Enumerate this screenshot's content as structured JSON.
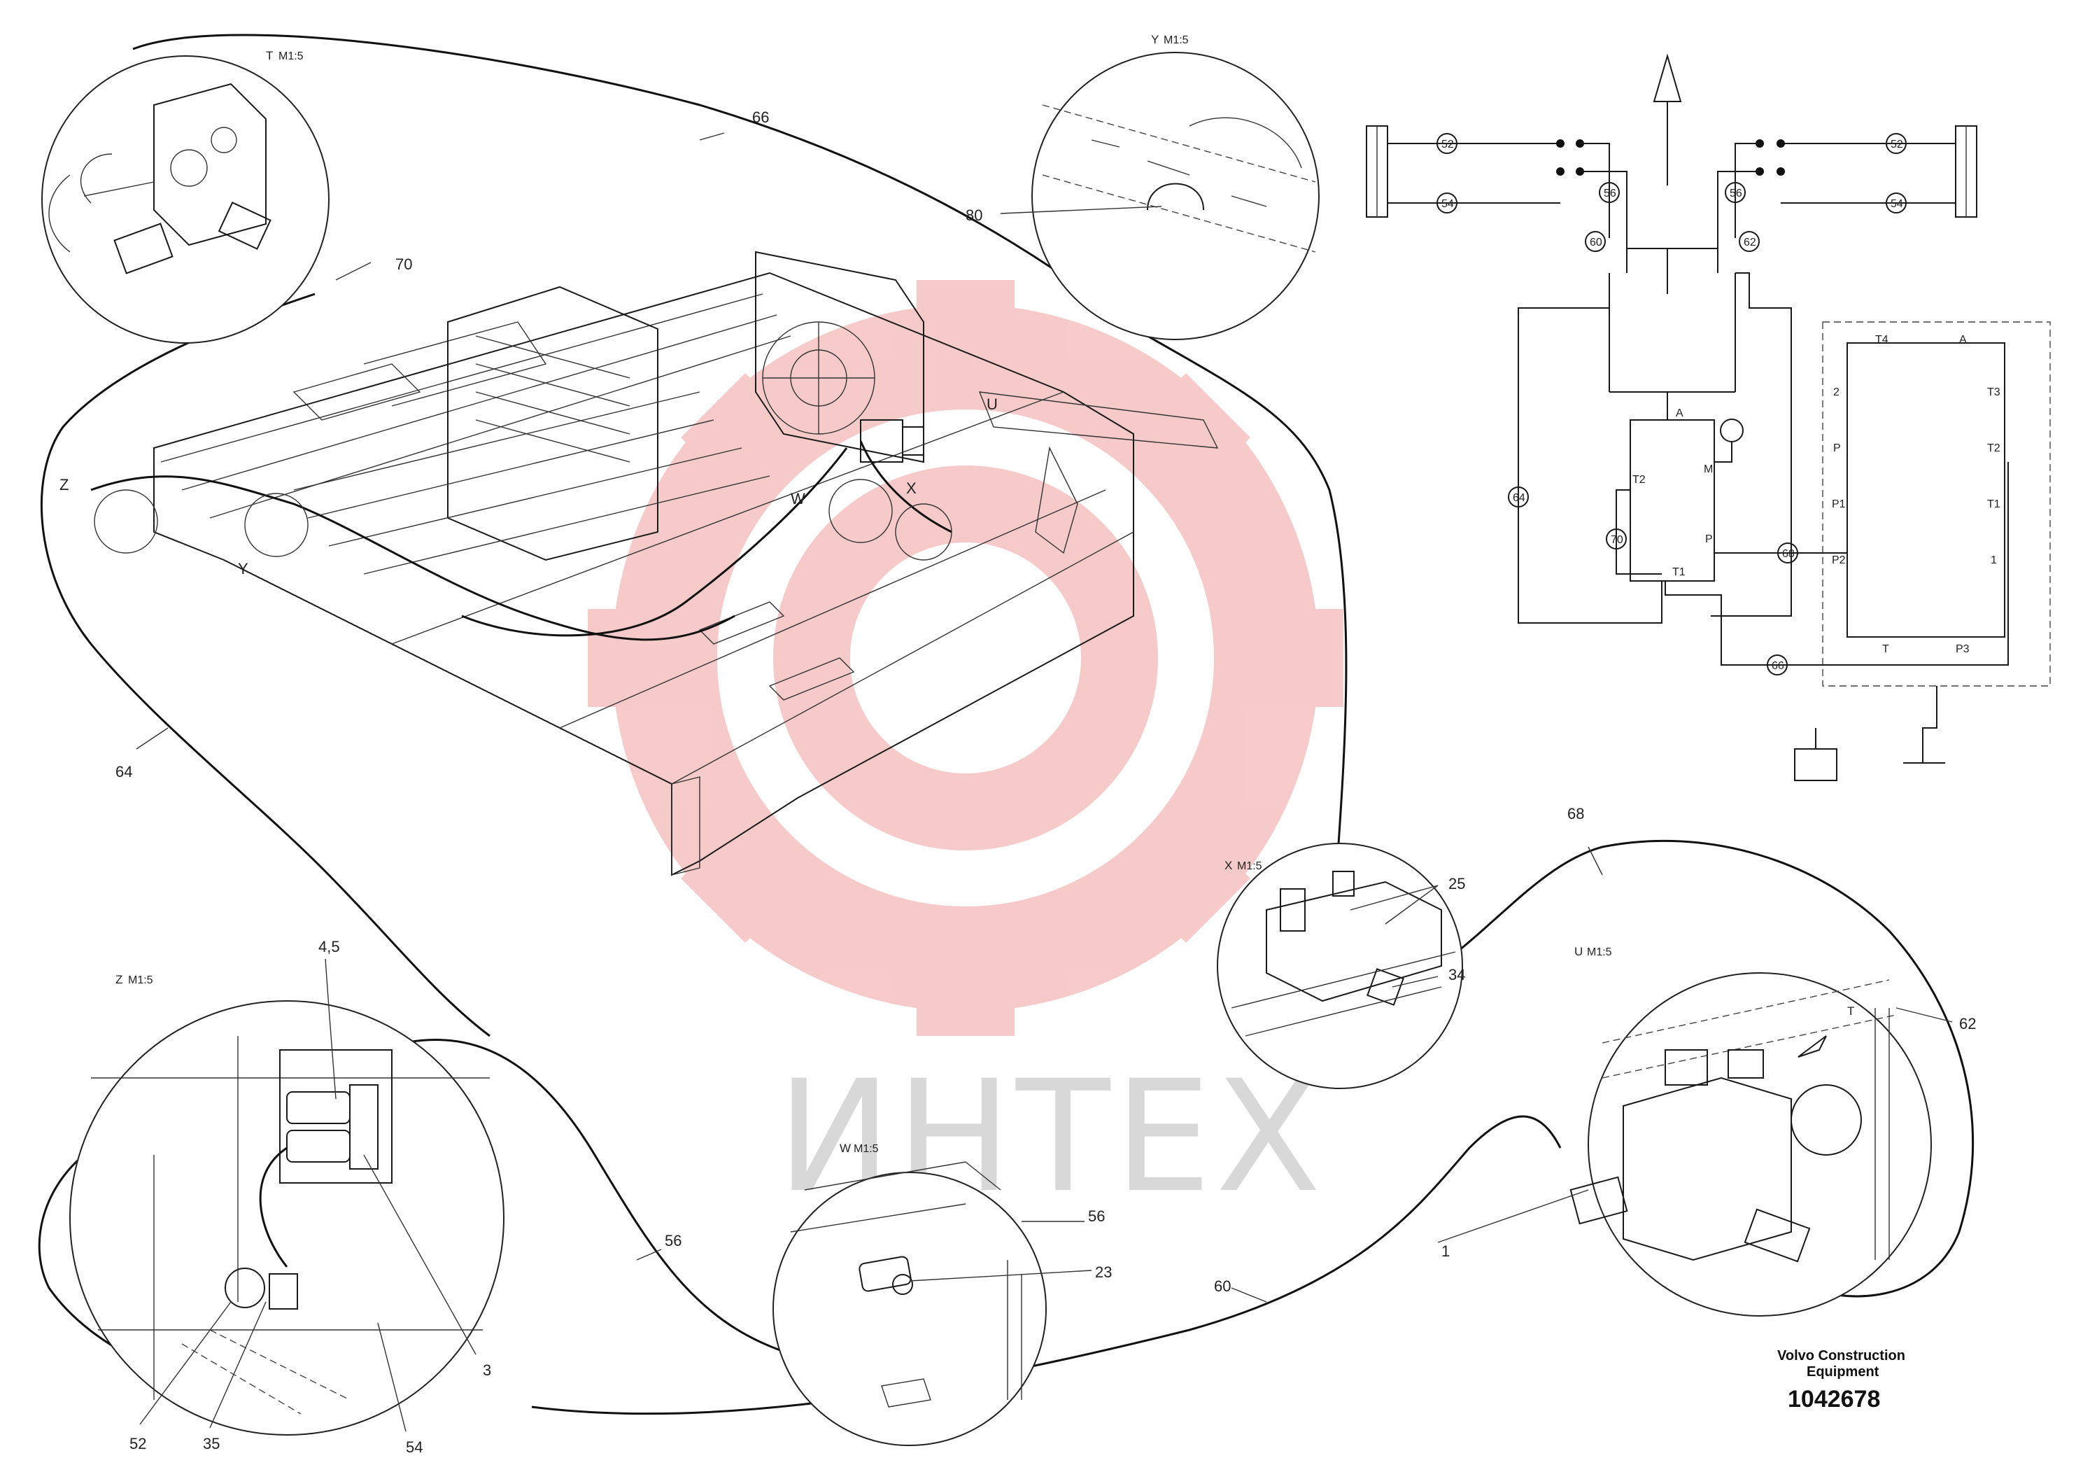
{
  "colors": {
    "watermark_gear": "#f28c8c",
    "watermark_text": "#d8d8d8",
    "line": "#1a1a1a"
  },
  "details": {
    "t": "T",
    "y": "Y",
    "x": "X",
    "u": "U",
    "z": "Z",
    "w": "W",
    "scale": "M1:5"
  },
  "main_view_letters": {
    "u": "U",
    "w": "W",
    "x": "X",
    "z": "Z",
    "y": "Y"
  },
  "callouts": {
    "c66": "66",
    "c70": "70",
    "c80": "80",
    "c64": "64",
    "c68": "68",
    "c25": "25",
    "c34": "34",
    "c62": "62",
    "c1": "1",
    "c60": "60",
    "c45": "4,5",
    "c3": "3",
    "c52": "52",
    "c35": "35",
    "c54": "54",
    "c56a": "56",
    "c56b": "56",
    "c23": "23"
  },
  "schematic": {
    "hose_tags": [
      "52",
      "52",
      "54",
      "54",
      "56",
      "56",
      "60",
      "62",
      "64",
      "68",
      "70",
      "66"
    ],
    "valve_ports": {
      "a": "A",
      "m": "M",
      "t2": "T2",
      "p": "P",
      "t1": "T1"
    },
    "block_ports": {
      "t4": "T4",
      "a": "A",
      "two": "2",
      "t3": "T3",
      "p": "P",
      "t2": "T2",
      "p1": "P1",
      "t1": "T1",
      "p2": "P2",
      "one": "1",
      "t": "T",
      "p3": "P3"
    },
    "test_port": "T"
  },
  "title_block": {
    "line1": "Volvo Construction",
    "line2": "Equipment",
    "part_number": "1042678"
  },
  "watermark": "ИНТЕХ"
}
